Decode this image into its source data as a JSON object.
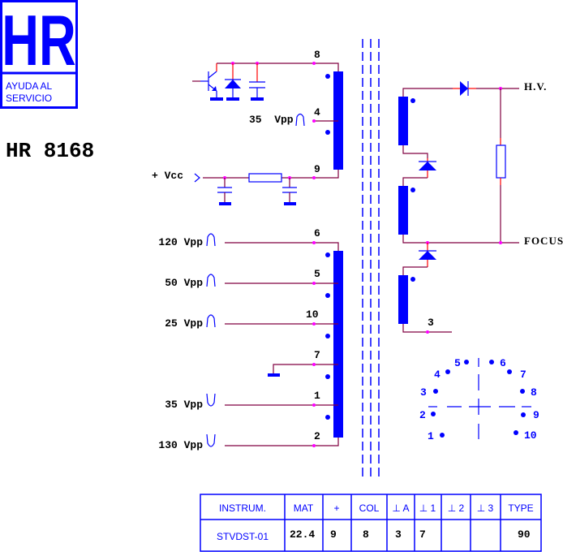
{
  "logo": {
    "letters": "HR",
    "line1": "AYUDA AL",
    "line2": "SERVICIO"
  },
  "title": "HR 8168",
  "primary": {
    "pins": {
      "top": "8",
      "mid": "4",
      "bottom": "9"
    },
    "pulse_label": "35  Vpp",
    "supply_label": "+ Vcc"
  },
  "secondary": {
    "pins": [
      "6",
      "5",
      "10",
      "7",
      "1",
      "2"
    ],
    "labels": [
      "120 Vpp",
      "50 Vpp",
      "25 Vpp",
      "35 Vpp",
      "130 Vpp"
    ]
  },
  "hv": {
    "hv_label": "H.V.",
    "focus_label": "FOCUS",
    "ground_pin": "3"
  },
  "socket_pins": [
    "1",
    "2",
    "3",
    "4",
    "5",
    "6",
    "7",
    "8",
    "9",
    "10"
  ],
  "table": {
    "headers": [
      "INSTRUM.",
      "MAT",
      "+",
      "COL",
      "⊥ A",
      "⊥ 1",
      "⊥ 2",
      "⊥ 3",
      "TYPE"
    ],
    "values": [
      "STVDST-01",
      "22.4",
      "9",
      "8",
      "3",
      "7",
      "",
      "",
      "90"
    ]
  },
  "colors": {
    "ink": "#0000ff",
    "wire": "#800040",
    "junction": "#ff00ff"
  }
}
